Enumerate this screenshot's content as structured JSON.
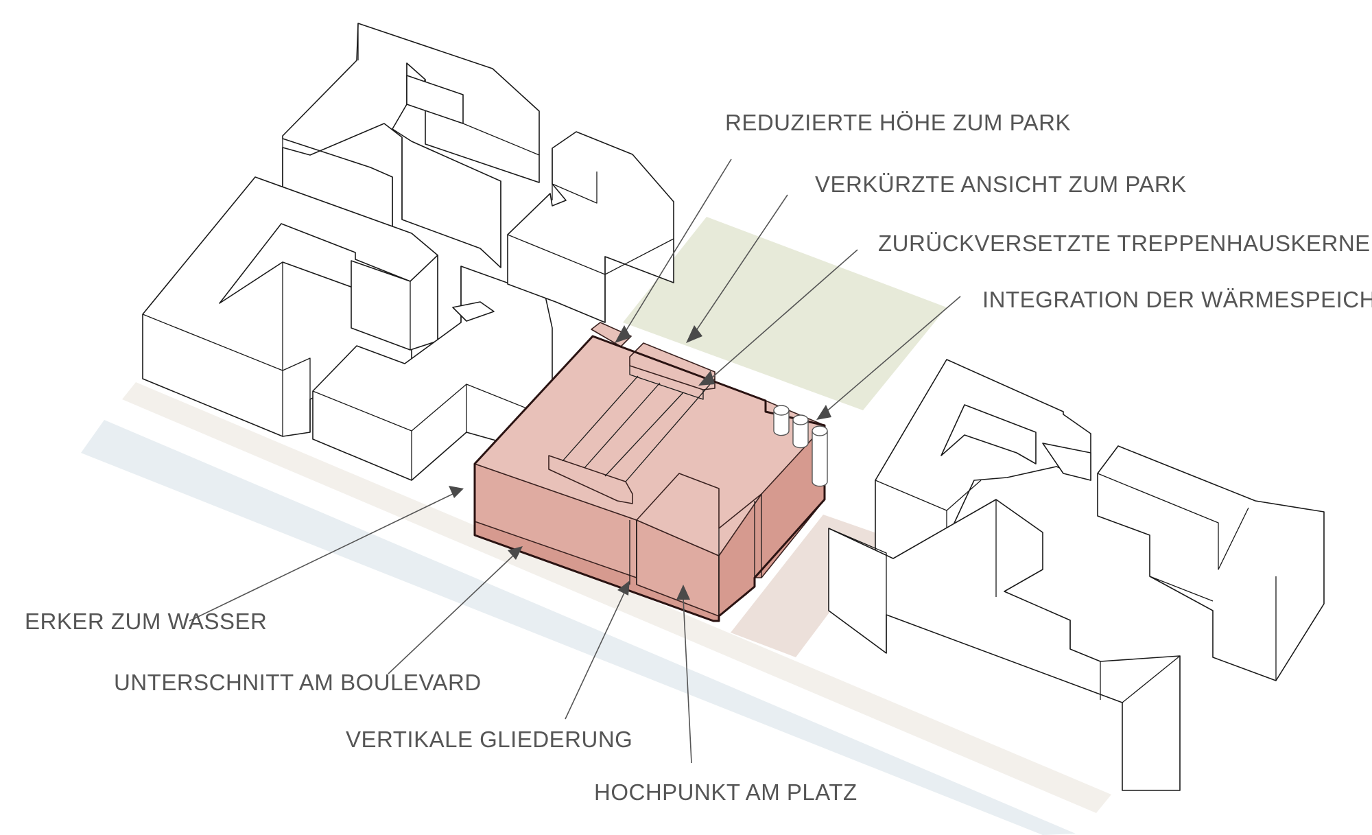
{
  "labels": {
    "reduzierte_hoehe": "REDUZIERTE HÖHE ZUM PARK",
    "verkuerzte_ansicht": "VERKÜRZTE ANSICHT ZUM PARK",
    "treppenhauskerne": "ZURÜCKVERSETZTE TREPPENHAUSKERNE",
    "waermespeicher": "INTEGRATION DER WÄRMESPEICHER",
    "erker": "ERKER ZUM WASSER",
    "unterschnitt": "UNTERSCHNITT AM BOULEVARD",
    "gliederung": "VERTIKALE GLIEDERUNG",
    "hochpunkt": "HOCHPUNKT AM PLATZ"
  },
  "colors": {
    "building_highlight": "#e8c1b9",
    "building_highlight_side": "#dfaba1",
    "park": "#e7ead9",
    "plaza": "#ece0da",
    "boulevard": "#f3f0eb",
    "water": "#e8eef2",
    "text": "#555555",
    "line": "#1a1a1a"
  }
}
